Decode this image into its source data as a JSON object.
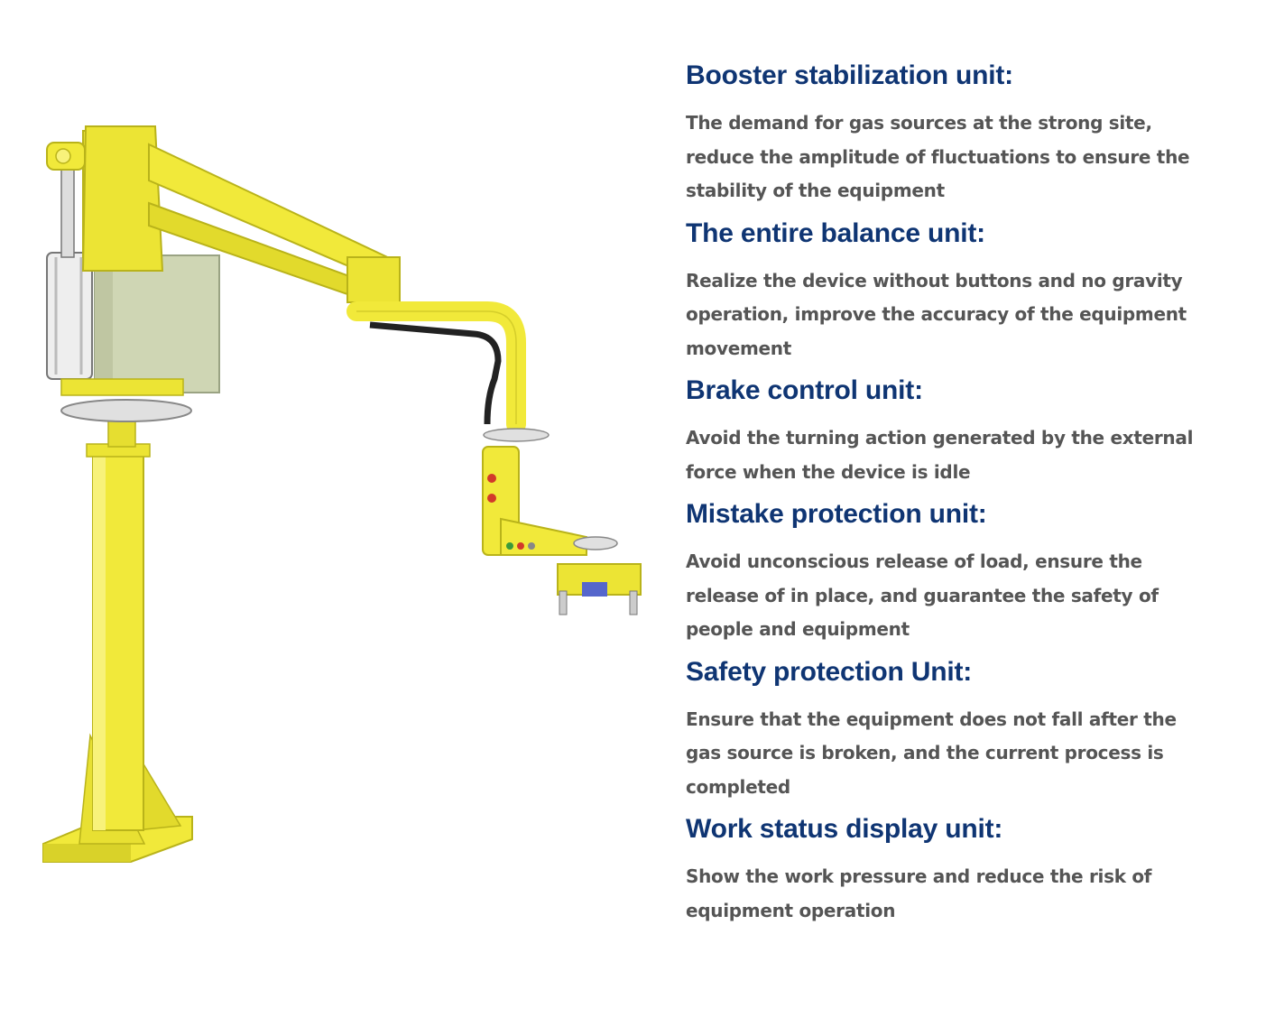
{
  "colors": {
    "heading": "#0f3573",
    "body": "#555555",
    "machine_yellow": "#f1e93a",
    "machine_shadow": "#c8c21e",
    "cabinet": "#cfd6b4",
    "hose": "#222222"
  },
  "illustration": {
    "icon": "pneumatic-balance-manipulator-illustration"
  },
  "features": [
    {
      "title": "Booster stabilization unit:",
      "lines": [
        "The demand for gas sources at the strong site,",
        "reduce the amplitude of fluctuations to ensure the",
        "stability of the equipment"
      ]
    },
    {
      "title": "The entire balance unit:",
      "lines": [
        "Realize the device without buttons and no gravity",
        "operation, improve the accuracy of the equipment",
        "movement"
      ]
    },
    {
      "title": "Brake control unit:",
      "lines": [
        "Avoid the turning action generated by the external",
        "force when the device is idle"
      ]
    },
    {
      "title": "Mistake protection unit:",
      "lines": [
        "Avoid unconscious release of load, ensure the",
        "release of in place, and guarantee the safety of",
        "people and equipment"
      ]
    },
    {
      "title": "Safety protection Unit:",
      "lines": [
        "Ensure that the equipment does not fall after the",
        "gas source is broken, and the current process is",
        "completed"
      ]
    },
    {
      "title": "Work status display unit:",
      "lines": [
        "Show the work pressure and reduce the risk of",
        "equipment operation"
      ]
    }
  ]
}
